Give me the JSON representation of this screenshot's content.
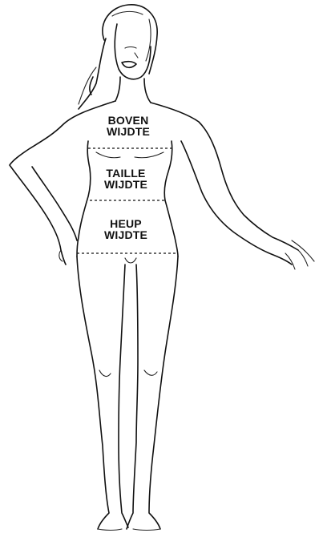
{
  "labels": {
    "bust": {
      "line1": "BOVEN",
      "line2": "WIJDTE"
    },
    "waist": {
      "line1": "TAILLE",
      "line2": "WIJDTE"
    },
    "hip": {
      "line1": "HEUP",
      "line2": "WIJDTE"
    }
  },
  "colors": {
    "ink": "#111111",
    "background": "#ffffff"
  }
}
